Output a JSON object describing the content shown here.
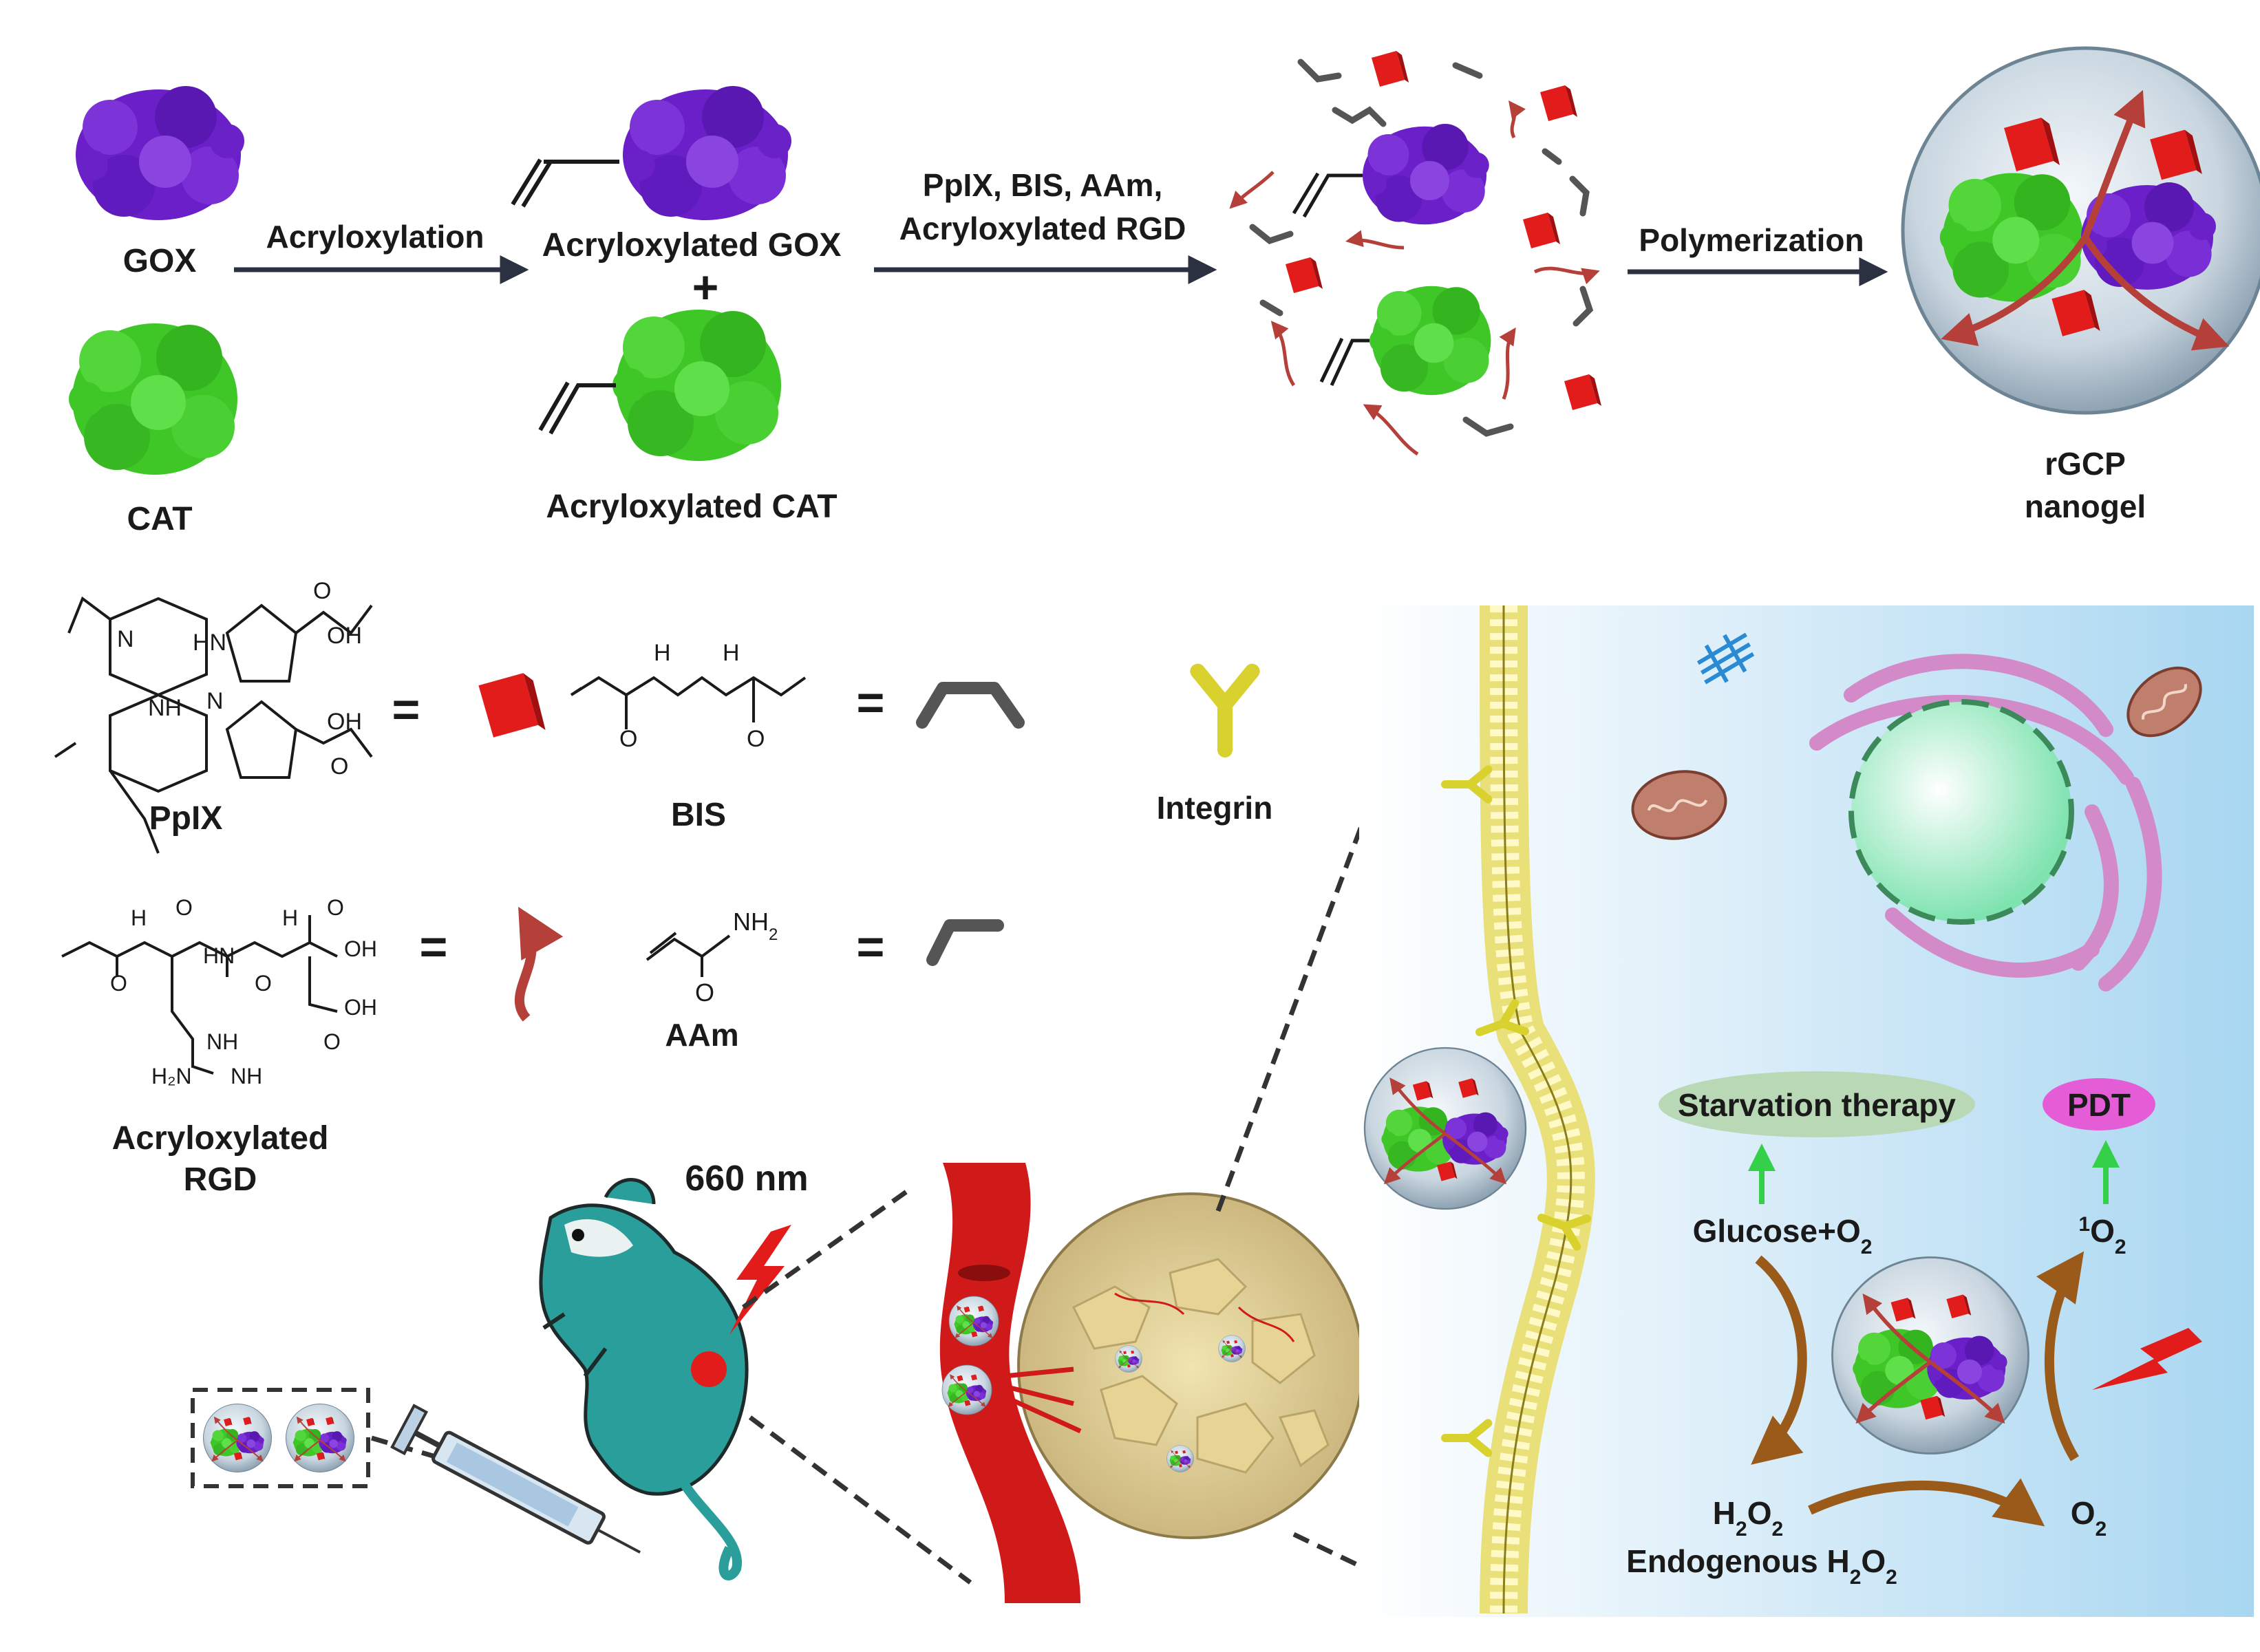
{
  "labels": {
    "gox": "GOX",
    "cat": "CAT",
    "acryloxylation": "Acryloxylation",
    "acryloxylated_gox": "Acryloxylated GOX",
    "plus": "+",
    "acryloxylated_cat": "Acryloxylated CAT",
    "reagents_line1": "PpIX, BIS, AAm,",
    "reagents_line2": "Acryloxylated RGD",
    "polymerization": "Polymerization",
    "nanogel_line1": "rGCP",
    "nanogel_line2": "nanogel",
    "pplx": "PpIX",
    "bis": "BIS",
    "integrin": "Integrin",
    "aam": "AAm",
    "rgd_line1": "Acryloxylated",
    "rgd_line2": "RGD",
    "wavelength": "660 nm",
    "starvation": "Starvation therapy",
    "pdt": "PDT",
    "glucose": "Glucose+O",
    "glucose_sub": "2",
    "singlet_sup": "1",
    "singlet": "O",
    "singlet_sub": "2",
    "h2o2_h": "H",
    "h2o2_sub1": "2",
    "h2o2_o": "O",
    "h2o2_sub2": "2",
    "o2": "O",
    "o2_sub": "2",
    "endogenous": "Endogenous H",
    "endogenous_sub1": "2",
    "endogenous_o": "O",
    "endogenous_sub2": "2",
    "equals": "="
  },
  "chem": {
    "oh": "OH",
    "o": "O",
    "nh": "NH",
    "hn": "HN",
    "n": "N",
    "h": "H",
    "nh2": "NH",
    "nh2_sub": "2",
    "h2n": "H₂N"
  },
  "colors": {
    "gox": "#6a1fc9",
    "cat": "#3fc728",
    "ppix": "#e21b1b",
    "linker": "#555555",
    "rgd": "#b5403a",
    "integrin": "#d9d22e",
    "membrane": "#e9e07a",
    "cell_bg": "#bfe2f5",
    "vessel": "#d01a1a",
    "mouse": "#2a9e9a",
    "starvation_bg": "#b9d8b5",
    "pdt_bg": "#e45cd6",
    "arrow_green": "#35d04a",
    "arrow_brown": "#9a5a1a"
  }
}
